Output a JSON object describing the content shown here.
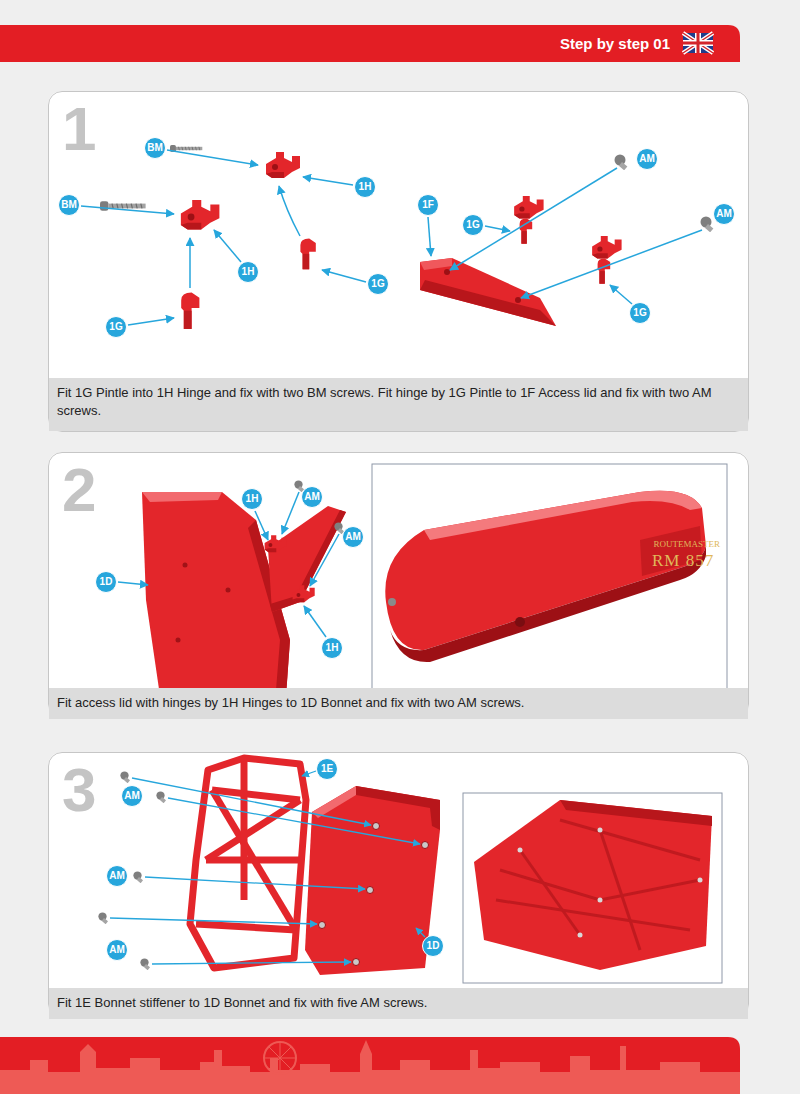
{
  "diagram": {
    "title": "Step by step 01",
    "nodes": [
      {
        "text": [
          "1"
        ]
      },
      {
        "text": [
          "Fit 1G Pintle into 1H Hinge and fix with two BM screws. Fit hinge by 1G Pintle to 1F Access lid and fix with two AM screws."
        ],
        "in": 0
      },
      {
        "text": [
          "BM"
        ],
        "in": 0
      },
      {
        "text": [
          "1H"
        ],
        "in": 0
      },
      {
        "text": [
          "BM"
        ],
        "in": 0
      },
      {
        "text": [
          "1H"
        ],
        "in": 0
      },
      {
        "text": [
          "1G"
        ],
        "in": 0
      },
      {
        "text": [
          "1G"
        ],
        "in": 0
      },
      {
        "text": [
          "1F"
        ],
        "in": 0
      },
      {
        "text": [
          "1G"
        ],
        "in": 0
      },
      {
        "text": [
          "AM"
        ],
        "in": 0
      },
      {
        "text": [
          "AM"
        ],
        "in": 0
      },
      {
        "text": [
          "1G"
        ],
        "in": 0
      },
      {
        "text": [
          "2"
        ]
      },
      {
        "text": [
          "Fit access lid with hinges by 1H Hinges to 1D Bonnet and fix with two AM screws."
        ],
        "in": 13
      },
      {
        "text": [
          "1H"
        ],
        "in": 13
      },
      {
        "text": [
          "AM"
        ],
        "in": 13
      },
      {
        "text": [
          "AM"
        ],
        "in": 13
      },
      {
        "text": [
          "1D"
        ],
        "in": 13
      },
      {
        "text": [
          "1H"
        ],
        "in": 13
      },
      {
        "text": [
          "3"
        ]
      },
      {
        "text": [
          "Fit 1E Bonnet stiffener to 1D Bonnet and fix with five AM screws."
        ],
        "in": 20
      },
      {
        "text": [
          "1E"
        ],
        "in": 20
      },
      {
        "text": [
          "AM"
        ],
        "in": 20
      },
      {
        "text": [
          "AM"
        ],
        "in": 20
      },
      {
        "text": [
          "AM"
        ],
        "in": 20
      },
      {
        "text": [
          "1D"
        ],
        "in": 20
      }
    ],
    "labels": [
      "ROUTEMASTER",
      "RM 857"
    ]
  }
}
